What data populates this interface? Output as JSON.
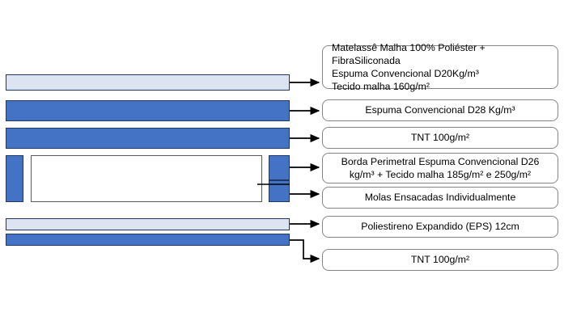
{
  "diagram": {
    "title": "Composicao de camadas do colchao",
    "colors": {
      "layer_light": "#dce3f1",
      "layer_blue": "#4472c4",
      "layer_border_dark": "#1f3864",
      "box_border": "#868686",
      "connector": "#000000",
      "background": "#ffffff"
    }
  },
  "layers": [
    {
      "id": "layer-top-quilt",
      "name": "top-quilt-layer",
      "style": "light"
    },
    {
      "id": "layer-foam-d28",
      "name": "foam-d28-layer",
      "style": "blue"
    },
    {
      "id": "layer-tnt-upper",
      "name": "tnt-upper-layer",
      "style": "blue"
    },
    {
      "id": "layer-border-left",
      "name": "perimeter-border-left",
      "style": "blue"
    },
    {
      "id": "layer-border-right-a",
      "name": "perimeter-border-right",
      "style": "blue"
    },
    {
      "id": "layer-border-right-b",
      "name": "pocket-spring-indicator",
      "style": "blue"
    },
    {
      "id": "layer-spring-core",
      "name": "pocket-spring-core",
      "style": "white"
    },
    {
      "id": "layer-eps",
      "name": "eps-layer",
      "style": "light"
    },
    {
      "id": "layer-tnt-lower",
      "name": "tnt-lower-layer",
      "style": "blue"
    }
  ],
  "labels": [
    {
      "id": "label-quilt",
      "name": "label-matelasse",
      "text": "Matelassê Malha 100% Poliéster + FibraSiliconada\nEspuma Convencional D20Kg/m³\nTecido malha 160g/m²",
      "align": "left"
    },
    {
      "id": "label-foam-d28",
      "name": "label-espuma-d28",
      "text": "Espuma Convencional D28 Kg/m³",
      "align": "center"
    },
    {
      "id": "label-tnt-upper",
      "name": "label-tnt-upper",
      "text": "TNT 100g/m²",
      "align": "center"
    },
    {
      "id": "label-border",
      "name": "label-borda-perimetral",
      "text": "Borda Perimetral Espuma Convencional D26\nkg/m³ + Tecido malha 185g/m² e 250g/m²",
      "align": "center"
    },
    {
      "id": "label-springs",
      "name": "label-molas-ensacadas",
      "text": "Molas Ensacadas Individualmente",
      "align": "center"
    },
    {
      "id": "label-eps",
      "name": "label-poliestireno-eps",
      "text": "Poliestireno Expandido (EPS) 12cm",
      "align": "center"
    },
    {
      "id": "label-tnt-lower",
      "name": "label-tnt-lower",
      "text": "TNT 100g/m²",
      "align": "center"
    }
  ]
}
